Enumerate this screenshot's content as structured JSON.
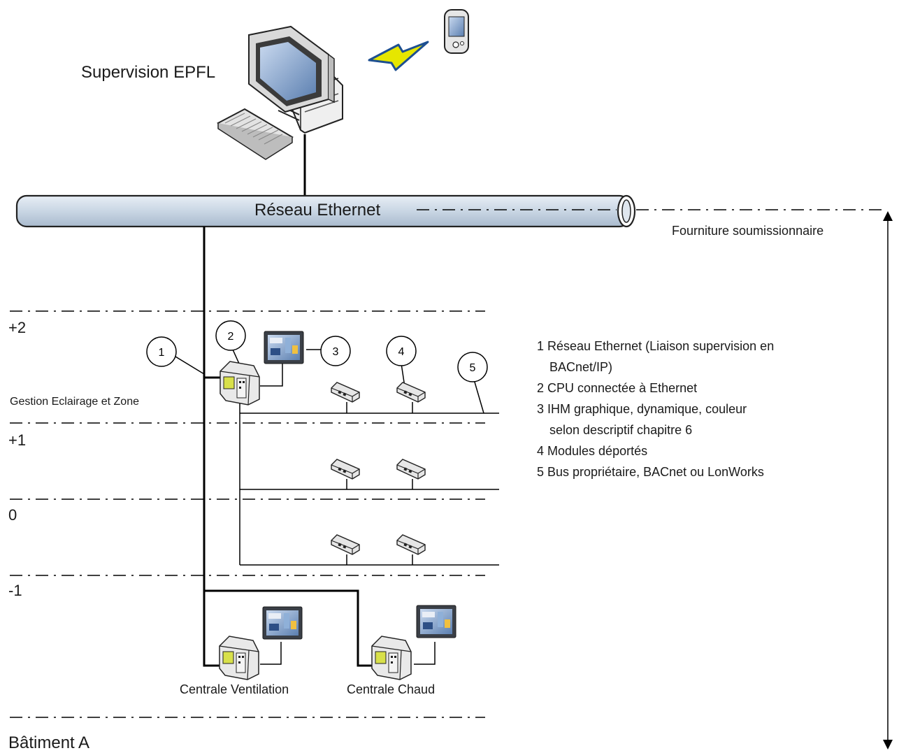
{
  "supervision": {
    "label": "Supervision EPFL"
  },
  "network": {
    "label": "Réseau Ethernet"
  },
  "scope": {
    "label": "Fourniture soumissionnaire"
  },
  "floors": [
    {
      "label": "+2"
    },
    {
      "label": "+1"
    },
    {
      "label": "0"
    },
    {
      "label": "-1"
    }
  ],
  "zone": {
    "label": "Gestion Eclairage et Zone"
  },
  "plants": [
    {
      "label": "Centrale Ventilation"
    },
    {
      "label": "Centrale Chaud"
    }
  ],
  "building": {
    "label": "Bâtiment A"
  },
  "callouts": [
    "1",
    "2",
    "3",
    "4",
    "5"
  ],
  "legend": [
    {
      "line1": "1 Réseau Ethernet (Liaison supervision en",
      "line2": "BACnet/IP)"
    },
    {
      "line1": "2 CPU connectée à Ethernet",
      "line2": ""
    },
    {
      "line1": "3 IHM graphique, dynamique, couleur",
      "line2": "selon descriptif chapitre 6"
    },
    {
      "line1": "4 Modules déportés",
      "line2": ""
    },
    {
      "line1": "5 Bus propriétaire, BACnet ou LonWorks",
      "line2": ""
    }
  ],
  "colors": {
    "pipe_fill": "#cdd9e6",
    "line": "#000000",
    "screen": "#2f5f9e"
  }
}
